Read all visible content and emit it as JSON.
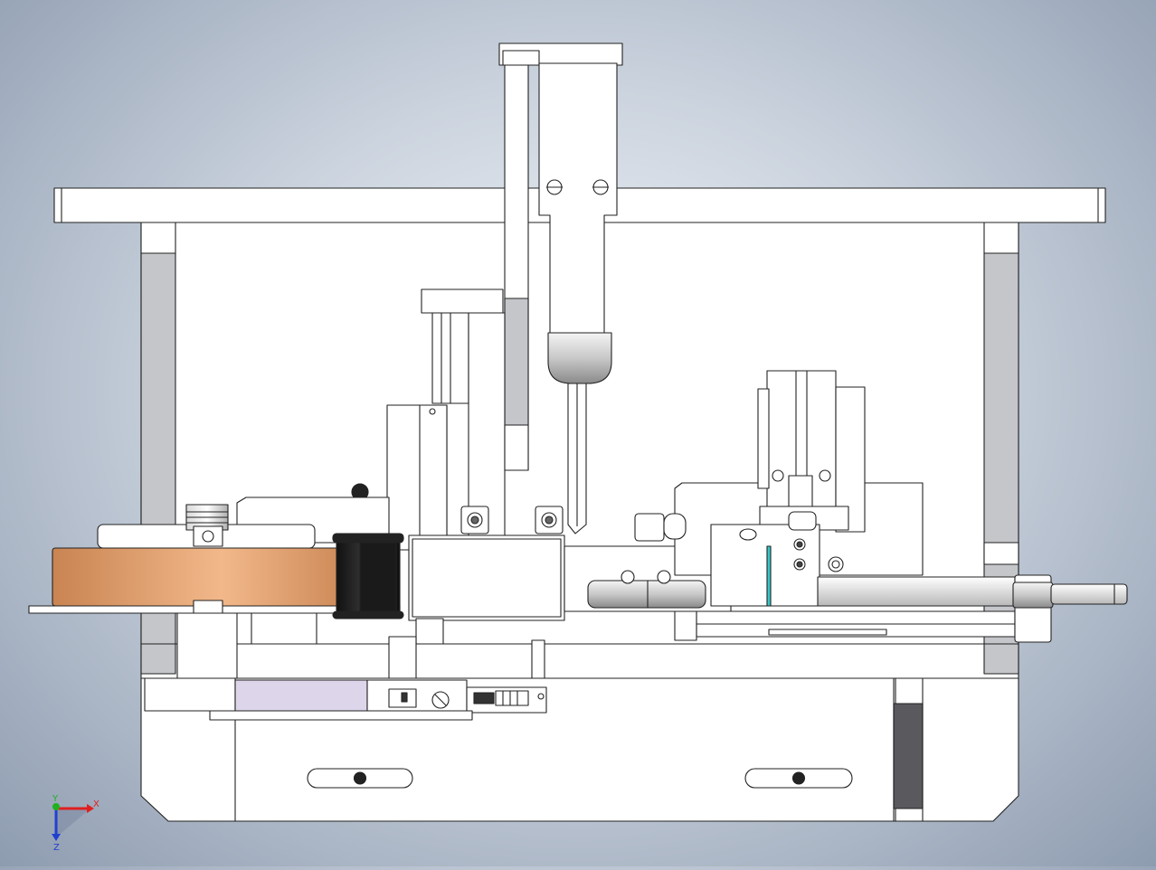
{
  "viewport": {
    "background_center": "#f4f6f9",
    "background_edge": "#8e9cb0",
    "line_color": "#222222",
    "part_fill": "#ffffff"
  },
  "triad": {
    "x_label": "X",
    "y_label": "Y",
    "z_label": "Z",
    "x_color": "#e02020",
    "y_color": "#20b020",
    "z_color": "#2040d0"
  },
  "materials": {
    "copper_roll": "#e8a070",
    "dark_roller": "#1e1e1e",
    "lavender_block": "#ddd6ea",
    "inner_shadow": "#c4c6ca",
    "dark_slot": "#5a5a5e",
    "cyan_edge": "#38c8c8"
  }
}
